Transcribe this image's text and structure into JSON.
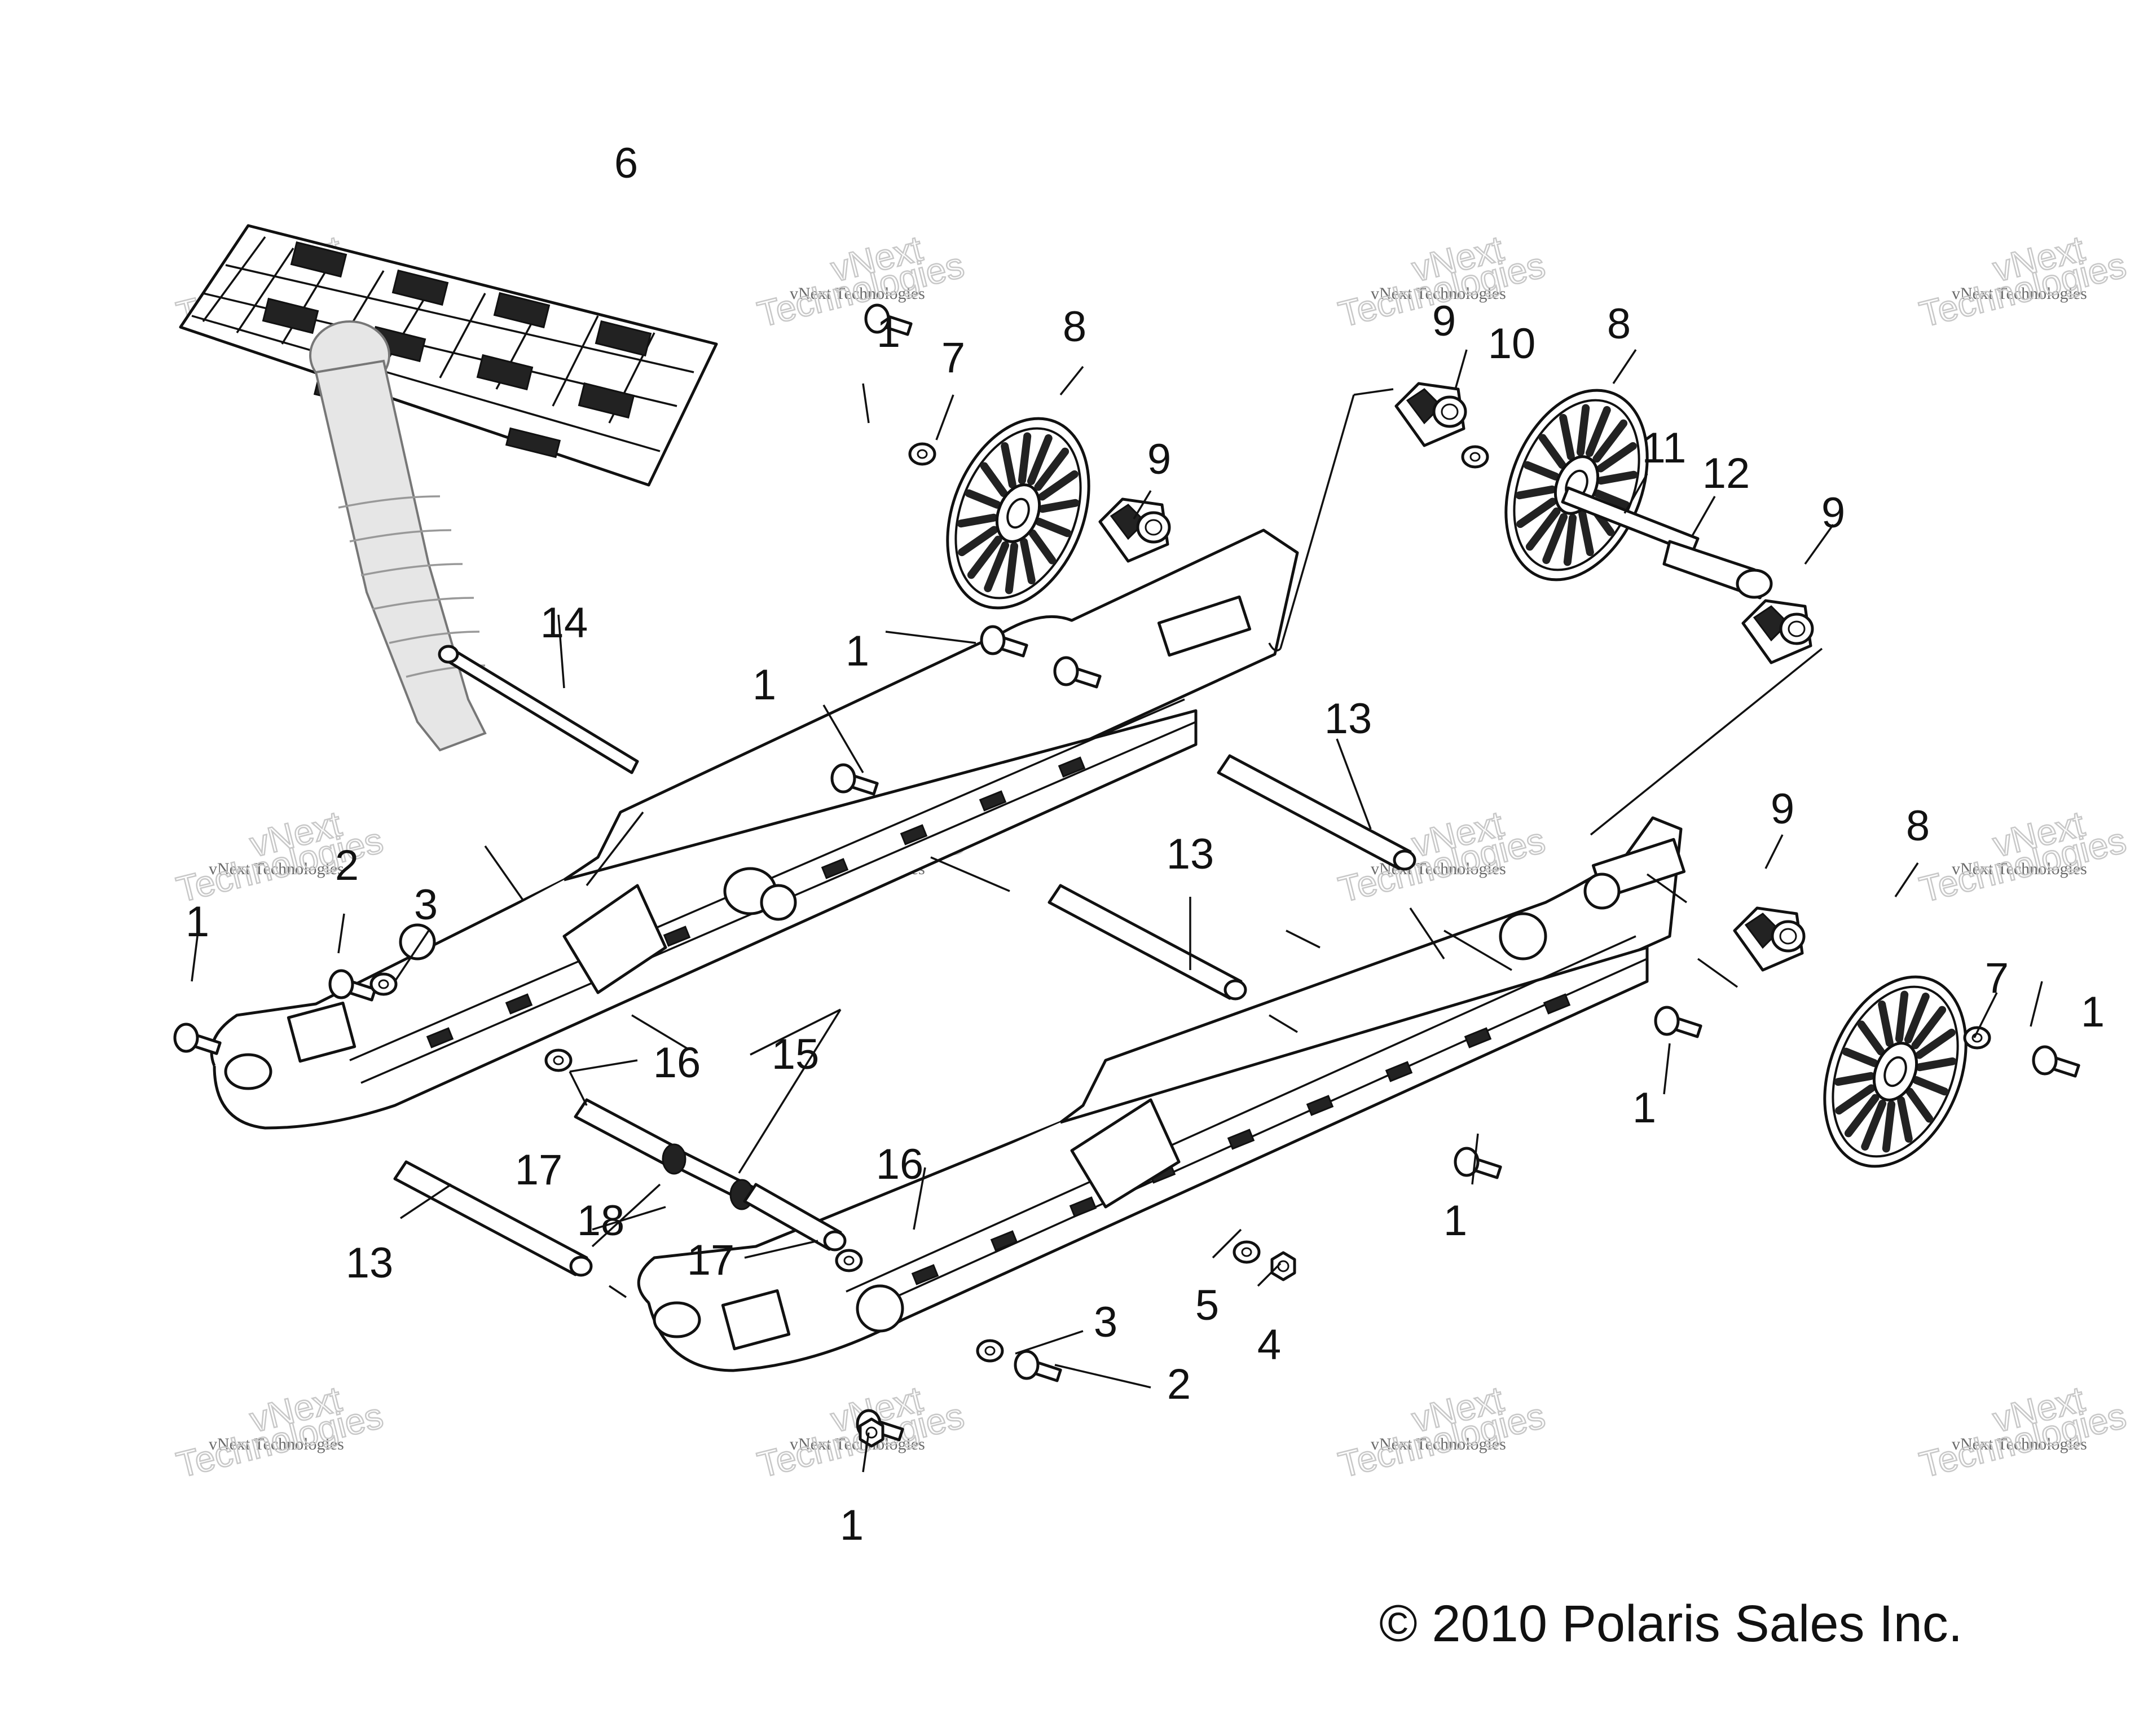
{
  "diagram": {
    "callouts": [
      {
        "id": "c6",
        "text": "6"
      },
      {
        "id": "c1a",
        "text": "1"
      },
      {
        "id": "c7a",
        "text": "7"
      },
      {
        "id": "c8a",
        "text": "8"
      },
      {
        "id": "c9a",
        "text": "9"
      },
      {
        "id": "c1b",
        "text": "1"
      },
      {
        "id": "c9b",
        "text": "9"
      },
      {
        "id": "c10",
        "text": "10"
      },
      {
        "id": "c8b",
        "text": "8"
      },
      {
        "id": "c11",
        "text": "11"
      },
      {
        "id": "c12",
        "text": "12"
      },
      {
        "id": "c9c",
        "text": "9"
      },
      {
        "id": "c14",
        "text": "14"
      },
      {
        "id": "c1c",
        "text": "1"
      },
      {
        "id": "c13a",
        "text": "13"
      },
      {
        "id": "c13b",
        "text": "13"
      },
      {
        "id": "c9d",
        "text": "9"
      },
      {
        "id": "c8c",
        "text": "8"
      },
      {
        "id": "c2a",
        "text": "2"
      },
      {
        "id": "c3a",
        "text": "3"
      },
      {
        "id": "c1d",
        "text": "1"
      },
      {
        "id": "c7b",
        "text": "7"
      },
      {
        "id": "c1e",
        "text": "1"
      },
      {
        "id": "c16a",
        "text": "16"
      },
      {
        "id": "c15",
        "text": "15"
      },
      {
        "id": "c1f",
        "text": "1"
      },
      {
        "id": "c17a",
        "text": "17"
      },
      {
        "id": "c18",
        "text": "18"
      },
      {
        "id": "c16b",
        "text": "16"
      },
      {
        "id": "c1g",
        "text": "1"
      },
      {
        "id": "c13c",
        "text": "13"
      },
      {
        "id": "c17b",
        "text": "17"
      },
      {
        "id": "c5",
        "text": "5"
      },
      {
        "id": "c4",
        "text": "4"
      },
      {
        "id": "c3b",
        "text": "3"
      },
      {
        "id": "c2b",
        "text": "2"
      },
      {
        "id": "c1h",
        "text": "1"
      }
    ],
    "watermark": {
      "line1": "vNext",
      "line2": "vNext Technologies",
      "line3": "Technologies"
    },
    "copyright": "© 2010 Polaris Sales Inc."
  }
}
